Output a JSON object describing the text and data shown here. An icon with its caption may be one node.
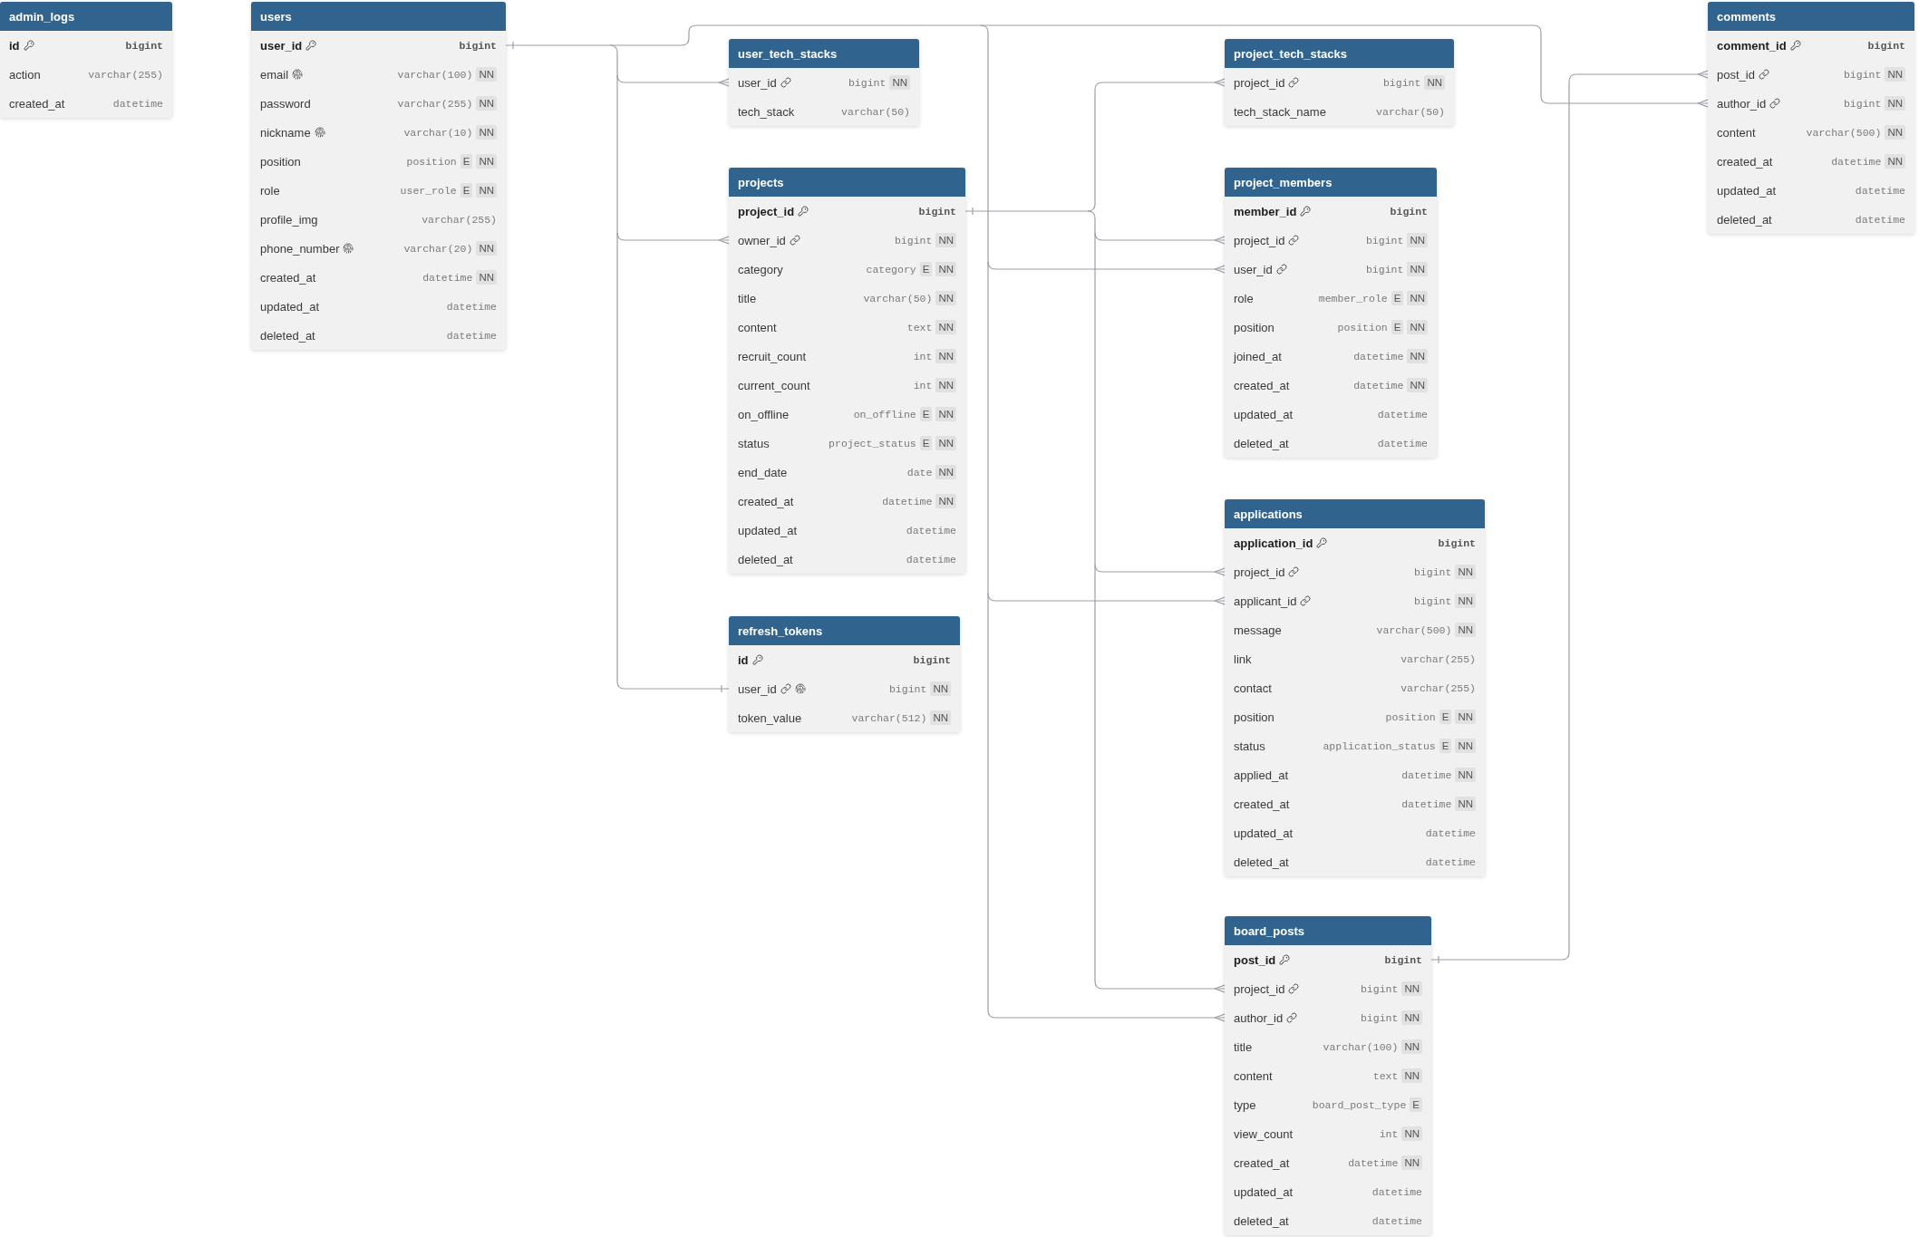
{
  "diagram": {
    "nodes": [
      {
        "text": [
          "admin_logs"
        ]
      },
      {
        "text": [
          "id",
          "bigint"
        ],
        "in": 0
      },
      {
        "text": [
          "action",
          "varchar(255)"
        ],
        "in": 0
      },
      {
        "text": [
          "created_at",
          "datetime"
        ],
        "in": 0
      },
      {
        "text": [
          "users"
        ]
      },
      {
        "text": [
          "user_id",
          "bigint"
        ],
        "in": 4
      },
      {
        "text": [
          "email",
          "varchar(100)",
          "NN"
        ],
        "in": 4
      },
      {
        "text": [
          "password",
          "varchar(255)",
          "NN"
        ],
        "in": 4
      },
      {
        "text": [
          "nickname",
          "varchar(10)",
          "NN"
        ],
        "in": 4
      },
      {
        "text": [
          "position",
          "position",
          "E",
          "NN"
        ],
        "in": 4
      },
      {
        "text": [
          "role",
          "user_role",
          "E",
          "NN"
        ],
        "in": 4
      },
      {
        "text": [
          "profile_img",
          "varchar(255)"
        ],
        "in": 4
      },
      {
        "text": [
          "phone_number",
          "varchar(20)",
          "NN"
        ],
        "in": 4
      },
      {
        "text": [
          "created_at",
          "datetime",
          "NN"
        ],
        "in": 4
      },
      {
        "text": [
          "updated_at",
          "datetime"
        ],
        "in": 4
      },
      {
        "text": [
          "deleted_at",
          "datetime"
        ],
        "in": 4
      },
      {
        "text": [
          "user_tech_stacks"
        ]
      },
      {
        "text": [
          "user_id",
          "bigint",
          "NN"
        ],
        "in": 16
      },
      {
        "text": [
          "tech_stack",
          "varchar(50)"
        ],
        "in": 16
      },
      {
        "text": [
          "projects"
        ]
      },
      {
        "text": [
          "project_id",
          "bigint"
        ],
        "in": 19
      },
      {
        "text": [
          "owner_id",
          "bigint",
          "NN"
        ],
        "in": 19
      },
      {
        "text": [
          "category",
          "category",
          "E",
          "NN"
        ],
        "in": 19
      },
      {
        "text": [
          "title",
          "varchar(50)",
          "NN"
        ],
        "in": 19
      },
      {
        "text": [
          "content",
          "text",
          "NN"
        ],
        "in": 19
      },
      {
        "text": [
          "recruit_count",
          "int",
          "NN"
        ],
        "in": 19
      },
      {
        "text": [
          "current_count",
          "int",
          "NN"
        ],
        "in": 19
      },
      {
        "text": [
          "on_offline",
          "on_offline",
          "E",
          "NN"
        ],
        "in": 19
      },
      {
        "text": [
          "status",
          "project_status",
          "E",
          "NN"
        ],
        "in": 19
      },
      {
        "text": [
          "end_date",
          "date",
          "NN"
        ],
        "in": 19
      },
      {
        "text": [
          "created_at",
          "datetime",
          "NN"
        ],
        "in": 19
      },
      {
        "text": [
          "updated_at",
          "datetime"
        ],
        "in": 19
      },
      {
        "text": [
          "deleted_at",
          "datetime"
        ],
        "in": 19
      },
      {
        "text": [
          "refresh_tokens"
        ]
      },
      {
        "text": [
          "id",
          "bigint"
        ],
        "in": 33
      },
      {
        "text": [
          "user_id",
          "bigint",
          "NN"
        ],
        "in": 33
      },
      {
        "text": [
          "token_value",
          "varchar(512)",
          "NN"
        ],
        "in": 33
      },
      {
        "text": [
          "project_tech_stacks"
        ]
      },
      {
        "text": [
          "project_id",
          "bigint",
          "NN"
        ],
        "in": 37
      },
      {
        "text": [
          "tech_stack_name",
          "varchar(50)"
        ],
        "in": 37
      },
      {
        "text": [
          "project_members"
        ]
      },
      {
        "text": [
          "member_id",
          "bigint"
        ],
        "in": 40
      },
      {
        "text": [
          "project_id",
          "bigint",
          "NN"
        ],
        "in": 40
      },
      {
        "text": [
          "user_id",
          "bigint",
          "NN"
        ],
        "in": 40
      },
      {
        "text": [
          "role",
          "member_role",
          "E",
          "NN"
        ],
        "in": 40
      },
      {
        "text": [
          "position",
          "position",
          "E",
          "NN"
        ],
        "in": 40
      },
      {
        "text": [
          "joined_at",
          "datetime",
          "NN"
        ],
        "in": 40
      },
      {
        "text": [
          "created_at",
          "datetime",
          "NN"
        ],
        "in": 40
      },
      {
        "text": [
          "updated_at",
          "datetime"
        ],
        "in": 40
      },
      {
        "text": [
          "deleted_at",
          "datetime"
        ],
        "in": 40
      },
      {
        "text": [
          "applications"
        ]
      },
      {
        "text": [
          "application_id",
          "bigint"
        ],
        "in": 50
      },
      {
        "text": [
          "project_id",
          "bigint",
          "NN"
        ],
        "in": 50
      },
      {
        "text": [
          "applicant_id",
          "bigint",
          "NN"
        ],
        "in": 50
      },
      {
        "text": [
          "message",
          "varchar(500)",
          "NN"
        ],
        "in": 50
      },
      {
        "text": [
          "link",
          "varchar(255)"
        ],
        "in": 50
      },
      {
        "text": [
          "contact",
          "varchar(255)"
        ],
        "in": 50
      },
      {
        "text": [
          "position",
          "position",
          "E",
          "NN"
        ],
        "in": 50
      },
      {
        "text": [
          "status",
          "application_status",
          "E",
          "NN"
        ],
        "in": 50
      },
      {
        "text": [
          "applied_at",
          "datetime",
          "NN"
        ],
        "in": 50
      },
      {
        "text": [
          "created_at",
          "datetime",
          "NN"
        ],
        "in": 50
      },
      {
        "text": [
          "updated_at",
          "datetime"
        ],
        "in": 50
      },
      {
        "text": [
          "deleted_at",
          "datetime"
        ],
        "in": 50
      },
      {
        "text": [
          "board_posts"
        ]
      },
      {
        "text": [
          "post_id",
          "bigint"
        ],
        "in": 63
      },
      {
        "text": [
          "project_id",
          "bigint",
          "NN"
        ],
        "in": 63
      },
      {
        "text": [
          "author_id",
          "bigint",
          "NN"
        ],
        "in": 63
      },
      {
        "text": [
          "title",
          "varchar(100)",
          "NN"
        ],
        "in": 63
      },
      {
        "text": [
          "content",
          "text",
          "NN"
        ],
        "in": 63
      },
      {
        "text": [
          "type",
          "board_post_type",
          "E"
        ],
        "in": 63
      },
      {
        "text": [
          "view_count",
          "int",
          "NN"
        ],
        "in": 63
      },
      {
        "text": [
          "created_at",
          "datetime",
          "NN"
        ],
        "in": 63
      },
      {
        "text": [
          "updated_at",
          "datetime"
        ],
        "in": 63
      },
      {
        "text": [
          "deleted_at",
          "datetime"
        ],
        "in": 63
      },
      {
        "text": [
          "comments"
        ]
      },
      {
        "text": [
          "comment_id",
          "bigint"
        ],
        "in": 74
      },
      {
        "text": [
          "post_id",
          "bigint",
          "NN"
        ],
        "in": 74
      },
      {
        "text": [
          "author_id",
          "bigint",
          "NN"
        ],
        "in": 74
      },
      {
        "text": [
          "content",
          "varchar(500)",
          "NN"
        ],
        "in": 74
      },
      {
        "text": [
          "created_at",
          "datetime",
          "NN"
        ],
        "in": 74
      },
      {
        "text": [
          "updated_at",
          "datetime"
        ],
        "in": 74
      },
      {
        "text": [
          "deleted_at",
          "datetime"
        ],
        "in": 74
      }
    ],
    "edges": [
      {
        "from": 5,
        "to": 17,
        "arrow": "other"
      },
      {
        "from": 5,
        "to": 21,
        "arrow": "other"
      },
      {
        "from": 5,
        "to": 35,
        "arrow": "other"
      },
      {
        "from": 5,
        "to": 43,
        "arrow": "other"
      },
      {
        "from": 5,
        "to": 53,
        "arrow": "other"
      },
      {
        "from": 5,
        "to": 66,
        "arrow": "other"
      },
      {
        "from": 5,
        "to": 77,
        "arrow": "other"
      },
      {
        "from": 20,
        "to": 38,
        "arrow": "other"
      },
      {
        "from": 20,
        "to": 42,
        "arrow": "other"
      },
      {
        "from": 20,
        "to": 52,
        "arrow": "other"
      },
      {
        "from": 20,
        "to": 65,
        "arrow": "other"
      },
      {
        "from": 64,
        "to": 76,
        "arrow": "other"
      }
    ]
  }
}
